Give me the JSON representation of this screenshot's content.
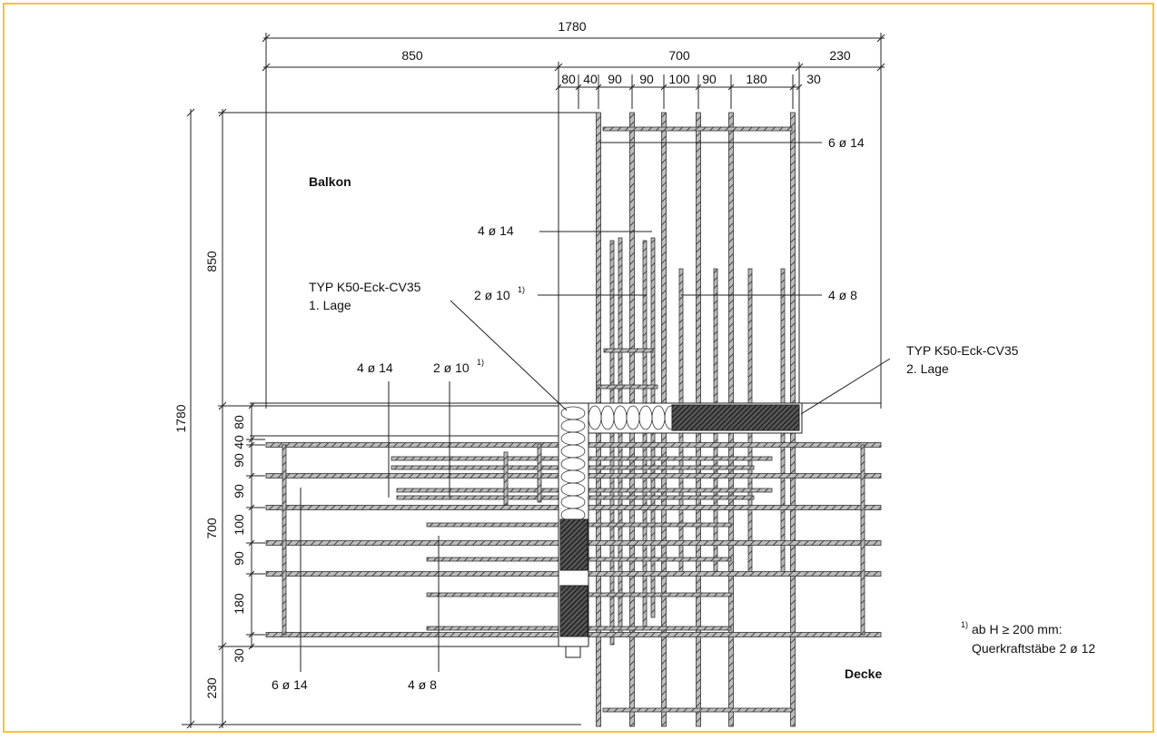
{
  "colors": {
    "border": "#f5c242",
    "line": "#222222",
    "bar_fill": "#777777",
    "insulation": "#ffffff"
  },
  "dims": {
    "top_total": "1780",
    "top_parts": [
      "850",
      "700",
      "230"
    ],
    "top_detail": [
      "80",
      "40",
      "90",
      "90",
      "100",
      "90",
      "180",
      "30"
    ],
    "left_total": "1780",
    "left_parts": [
      "850",
      "700",
      "230"
    ],
    "left_detail": [
      "80",
      "40",
      "90",
      "90",
      "100",
      "90",
      "180",
      "30"
    ]
  },
  "labels": {
    "balkon": "Balkon",
    "decke": "Decke",
    "typ1_line1": "TYP K50-Eck-CV35",
    "typ1_line2": "1. Lage",
    "typ2_line1": "TYP K50-Eck-CV35",
    "typ2_line2": "2. Lage",
    "bar_6d14_top": "6 ø 14",
    "bar_4d14_upper": "4 ø 14",
    "bar_2d10_upper": "2 ø 10",
    "bar_4d8_right": "4 ø 8",
    "bar_4d14_lower": "4 ø 14",
    "bar_2d10_lower": "2 ø 10",
    "bar_6d14_bottom": "6 ø 14",
    "bar_4d8_bottom": "4 ø 8",
    "footnote_mark": "1)",
    "footnote_line1": "ab H ≥ 200 mm:",
    "footnote_line2": "Querkraftstäbe 2 ø 12"
  }
}
